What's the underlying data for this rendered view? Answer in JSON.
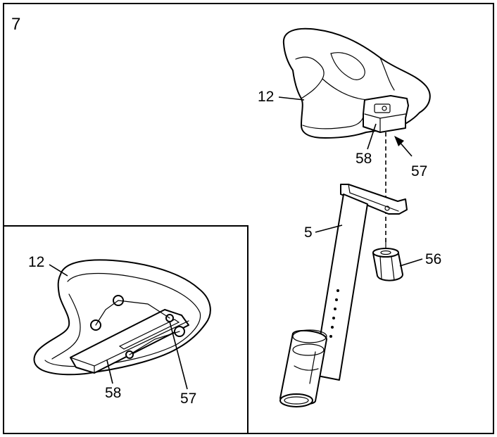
{
  "step_number": "7",
  "callouts": {
    "seat": "12",
    "bracket": "58",
    "bracket_arrow": "57",
    "seat_post": "5",
    "knob": "56",
    "inset_seat": "12",
    "inset_bracket": "58",
    "inset_nut": "57"
  },
  "icons": {
    "seat": "bicycle-seat",
    "post": "seat-post",
    "knob": "adjustment-knob"
  }
}
